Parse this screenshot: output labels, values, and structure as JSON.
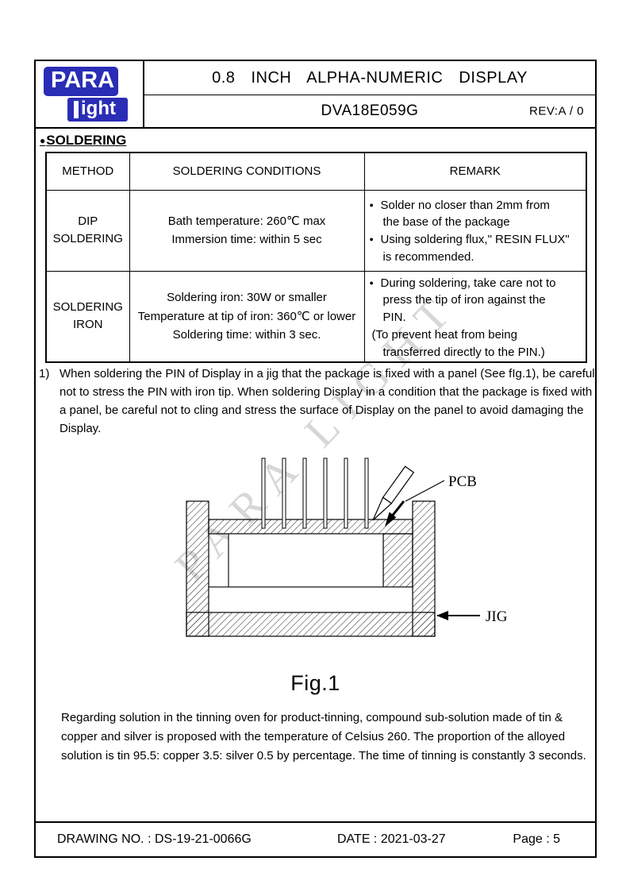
{
  "colors": {
    "logo_blue": "#2a2db5",
    "watermark_gray": "#bdbdbd"
  },
  "header": {
    "logo": {
      "line1": "PARA",
      "line2": "ight"
    },
    "title": "0.8 INCH ALPHA-NUMERIC DISPLAY",
    "part_number": "DVA18E059G",
    "revision": "REV:A / 0"
  },
  "section": {
    "bullet": "●",
    "title": "SOLDERING"
  },
  "table": {
    "headers": {
      "method": "METHOD",
      "conditions": "SOLDERING CONDITIONS",
      "remark": "REMARK"
    },
    "rows": [
      {
        "method_lines": [
          "DIP",
          "SOLDERING"
        ],
        "condition_lines": [
          "Bath temperature: 260℃ max",
          "Immersion time: within 5 sec"
        ],
        "remark_items": [
          {
            "bullet": "●",
            "lines": [
              "Solder no closer than 2mm from",
              "the base of the package"
            ]
          },
          {
            "bullet": "●",
            "lines": [
              "Using soldering flux,\" RESIN FLUX\"",
              "is recommended."
            ]
          }
        ]
      },
      {
        "method_lines": [
          "SOLDERING",
          "IRON"
        ],
        "condition_lines": [
          "Soldering iron: 30W or smaller",
          "Temperature at tip of iron: 360℃ or lower",
          "Soldering time: within 3 sec."
        ],
        "remark_items": [
          {
            "bullet": "●",
            "lines": [
              "During soldering, take care not to",
              "press the tip of iron against the",
              "PIN."
            ]
          },
          {
            "bullet": "",
            "lines": [
              "(To prevent heat from being",
              "transferred directly to the PIN.)"
            ]
          }
        ]
      }
    ]
  },
  "note": {
    "number": "1)",
    "text": "When soldering the PIN of Display in a jig that the package is fixed with a panel (See fIg.1), be careful not to stress the PIN with iron tip. When soldering Display in a condition that the package is fixed with a panel, be careful not to cling and stress the surface of Display on the panel to avoid damaging the Display."
  },
  "figure": {
    "label_pcb": "PCB",
    "label_jig": "JIG",
    "caption": "Fig.1"
  },
  "watermark": "PARA LIGHT",
  "paragraph": "Regarding solution in the tinning oven for product-tinning, compound sub-solution made of tin & copper and silver is proposed with the temperature of Celsius 260. The proportion of the alloyed solution is tin 95.5: copper 3.5: silver 0.5 by percentage. The time of tinning is constantly 3 seconds.",
  "footer": {
    "drawing_no": "DRAWING NO. : DS-19-21-0066G",
    "date": "DATE : 2021-03-27",
    "page": "Page : 5"
  }
}
